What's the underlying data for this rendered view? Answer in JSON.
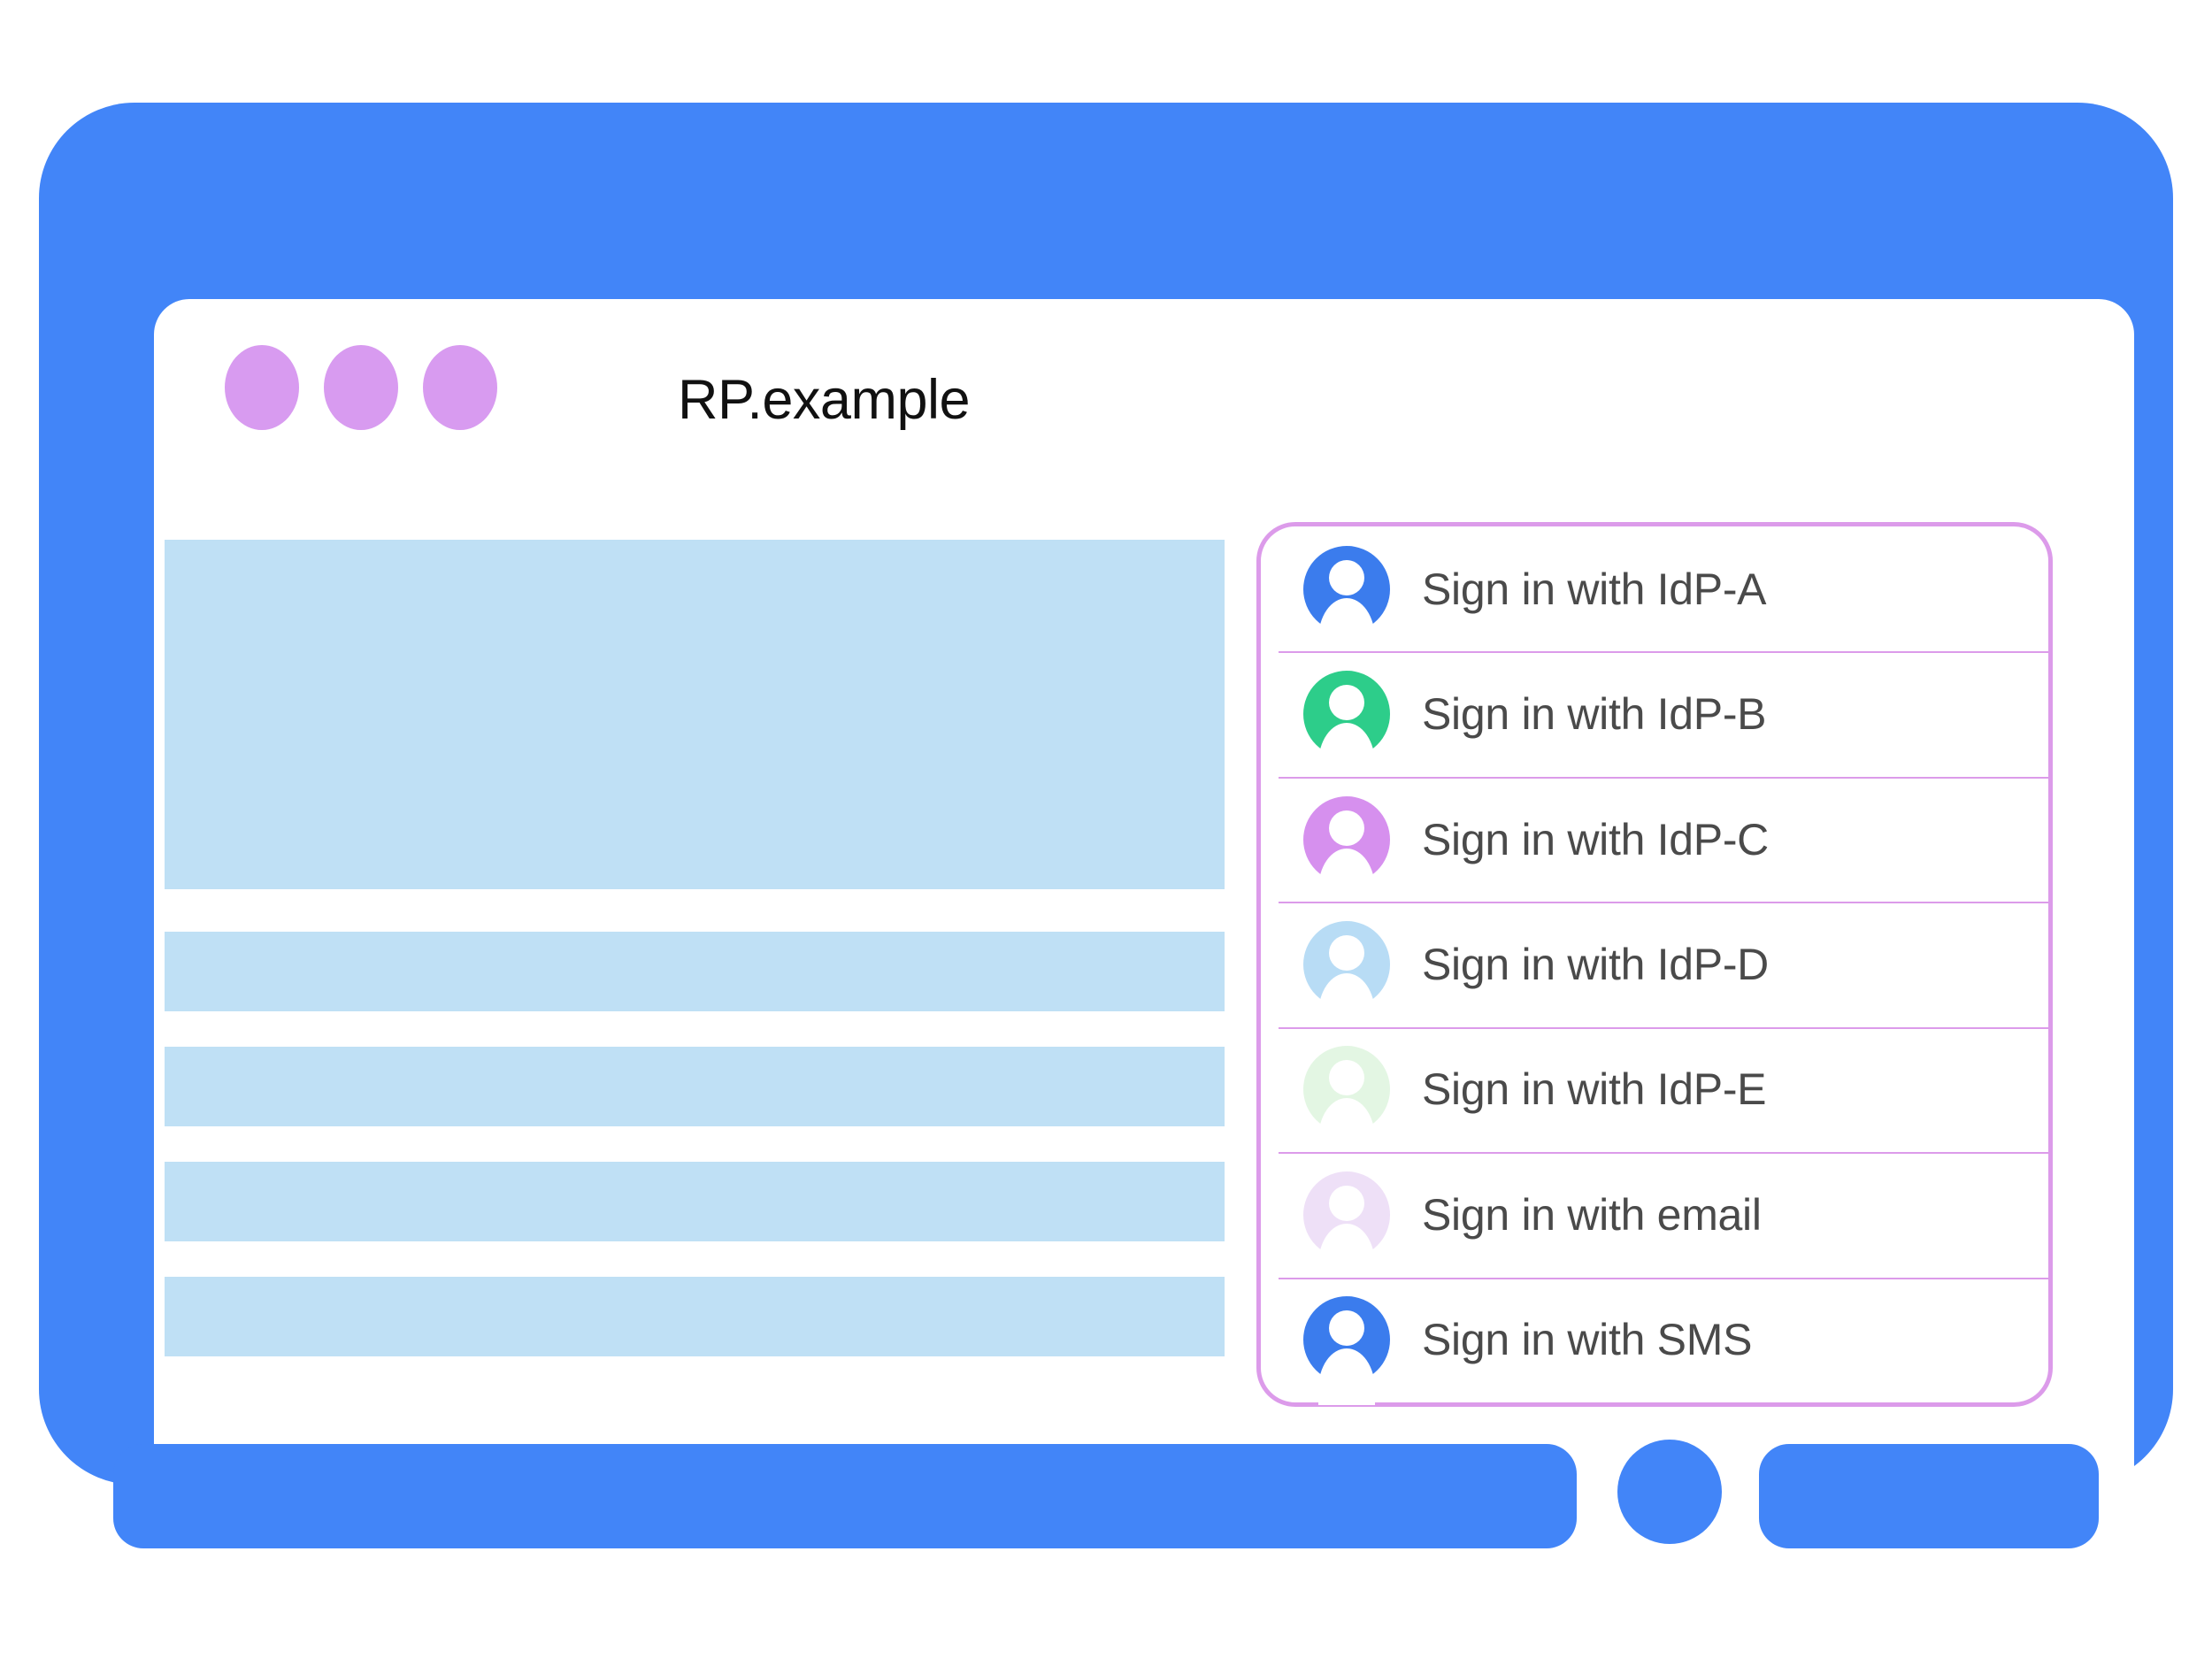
{
  "window": {
    "title": "RP.example",
    "dots": [
      "window-dot-1",
      "window-dot-2",
      "window-dot-3"
    ],
    "frame_color": "#4285f8",
    "dot_color": "#d89bf0"
  },
  "content": {
    "placeholder_color": "#bfe0f5",
    "blocks": [
      {
        "name": "hero-placeholder"
      },
      {
        "name": "text-bar-placeholder-1"
      },
      {
        "name": "text-bar-placeholder-2"
      },
      {
        "name": "text-bar-placeholder-3"
      },
      {
        "name": "text-bar-placeholder-4"
      }
    ]
  },
  "signin_card": {
    "border_color": "#dc9bea",
    "divider_color": "#dc9bea",
    "label_color": "#4a4a4a",
    "options": [
      {
        "label": "Sign in with IdP-A",
        "icon": "person-avatar-icon",
        "avatar_color": "#3b7ced"
      },
      {
        "label": "Sign in with IdP-B",
        "icon": "person-avatar-icon",
        "avatar_color": "#2dcd8a"
      },
      {
        "label": "Sign in with IdP-C",
        "icon": "person-avatar-icon",
        "avatar_color": "#d690ee"
      },
      {
        "label": "Sign in with IdP-D",
        "icon": "person-avatar-icon",
        "avatar_color": "#b8dcf5"
      },
      {
        "label": "Sign in with IdP-E",
        "icon": "person-avatar-icon",
        "avatar_color": "#e3f6e3"
      },
      {
        "label": "Sign in with email",
        "icon": "person-avatar-icon",
        "avatar_color": "#eee0f7"
      },
      {
        "label": "Sign in with SMS",
        "icon": "person-avatar-icon",
        "avatar_color": "#3b7ced"
      }
    ]
  }
}
